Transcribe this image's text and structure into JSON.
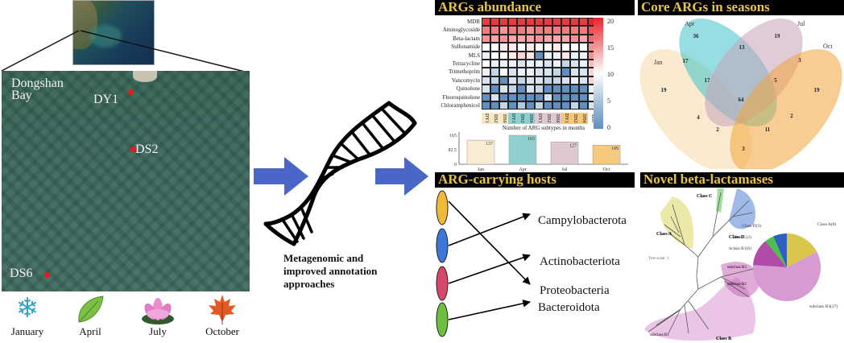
{
  "map": {
    "place_label": "Dongshan Bay",
    "place_label_line1": "Dongshan",
    "place_label_line2": "Bay",
    "sites": [
      {
        "name": "DY1"
      },
      {
        "name": "DS2"
      },
      {
        "name": "DS6"
      }
    ],
    "site_color": "#e81a1a"
  },
  "seasons": [
    {
      "label": "January",
      "icon": "snowflake-icon",
      "glyph": "❄",
      "color": "#3a9fc6"
    },
    {
      "label": "April",
      "icon": "leaf-icon",
      "glyph": "🍃",
      "color": "#6fb23a"
    },
    {
      "label": "July",
      "icon": "lotus-icon",
      "glyph": "❀",
      "color": "#e06fb8"
    },
    {
      "label": "October",
      "icon": "maple-leaf-icon",
      "glyph": "🍁",
      "color": "#e0602a"
    }
  ],
  "method": {
    "line1": "Metagenomic  and",
    "line2": "improved annotation",
    "line3": "approaches",
    "arrow_color": "#4a67c8"
  },
  "panels": {
    "abundance_title": "ARGs abundance",
    "venn_title": "Core ARGs in seasons",
    "hosts_title": "ARG-carrying hosts",
    "betalactamase_title": "Novel beta-lactamases",
    "header_text_color": "#e8c34a"
  },
  "chart_data": [
    {
      "type": "heatmap",
      "title": "ARGs abundance",
      "xlabel": "Number of ARG subtypes in months",
      "rows": [
        "MDR",
        "Aminoglycoside",
        "Beta-lactam",
        "Sulfonamide",
        "MLS",
        "Tetracycline",
        "Trimethoprim",
        "Vancomycin",
        "Quinolone",
        "Fluoroquinolone",
        "Chloramphenicol"
      ],
      "columns": [
        "DY1",
        "DS2",
        "DS6",
        "DY1",
        "DS2",
        "DS6",
        "DY1",
        "DS2",
        "DS6",
        "DY1",
        "DS2",
        "DS6",
        "sum"
      ],
      "column_groups": [
        {
          "month": "Jan",
          "color": "#f5e6c4"
        },
        {
          "month": "Apr",
          "color": "#8fd0cf"
        },
        {
          "month": "Jul",
          "color": "#ddc9cf"
        },
        {
          "month": "Oct",
          "color": "#f2c77a"
        },
        {
          "month": "sum",
          "color": "#ffffff"
        }
      ],
      "values": [
        [
          19,
          19,
          19,
          19,
          19,
          19,
          19,
          19,
          19,
          19,
          19,
          19,
          20
        ],
        [
          16,
          16,
          15,
          16,
          16,
          15,
          16,
          16,
          16,
          16,
          16,
          16,
          18
        ],
        [
          15,
          14,
          15,
          14,
          14,
          14,
          15,
          14,
          14,
          14,
          15,
          14,
          17
        ],
        [
          10,
          10,
          11,
          11,
          10,
          11,
          10,
          10,
          11,
          10,
          10,
          10,
          15
        ],
        [
          9,
          10,
          10,
          11,
          12,
          11,
          2,
          9,
          9,
          11,
          9,
          9,
          15
        ],
        [
          10,
          9,
          9,
          9,
          8,
          9,
          9,
          8,
          9,
          7,
          8,
          9,
          13
        ],
        [
          9,
          7,
          10,
          8,
          9,
          9,
          8,
          8,
          7,
          2,
          8,
          8,
          12
        ],
        [
          8,
          7,
          2,
          8,
          7,
          8,
          8,
          7,
          7,
          8,
          9,
          8,
          12
        ],
        [
          8,
          2,
          8,
          7,
          2,
          8,
          7,
          2,
          2,
          2,
          2,
          2,
          9
        ],
        [
          2,
          8,
          2,
          2,
          2,
          2,
          2,
          8,
          2,
          2,
          2,
          2,
          9
        ],
        [
          2,
          2,
          7,
          2,
          6,
          2,
          7,
          2,
          2,
          2,
          7,
          2,
          8
        ]
      ],
      "colorbar": {
        "min": 0,
        "max": 20,
        "ticks": [
          0,
          5,
          10,
          15,
          20
        ],
        "low_color": "#3a74b0",
        "mid_color": "#ffffff",
        "high_color": "#e8242b"
      }
    },
    {
      "type": "bar",
      "categories": [
        "Jan",
        "Apr",
        "Jul",
        "Oct"
      ],
      "values": [
        137,
        165,
        127,
        109
      ],
      "colors": [
        "#f8ecd2",
        "#8fd0cf",
        "#ddc9cf",
        "#f5c97e"
      ],
      "yticks": [
        0,
        82.5,
        165
      ],
      "ylim": [
        0,
        165
      ],
      "title": "",
      "xlabel": "",
      "ylabel": ""
    },
    {
      "type": "venn",
      "title": "Core ARGs in seasons",
      "sets": [
        {
          "name": "Jan",
          "color": "#f5d9a8"
        },
        {
          "name": "Apr",
          "color": "#3fc3c8"
        },
        {
          "name": "Jul",
          "color": "#c6a3b9"
        },
        {
          "name": "Oct",
          "color": "#f0a43a"
        }
      ],
      "regions": [
        {
          "sets": [
            "Jan"
          ],
          "value": 19
        },
        {
          "sets": [
            "Apr"
          ],
          "value": 36
        },
        {
          "sets": [
            "Jul"
          ],
          "value": 19
        },
        {
          "sets": [
            "Oct"
          ],
          "value": 19
        },
        {
          "sets": [
            "Jan",
            "Apr"
          ],
          "value": 17
        },
        {
          "sets": [
            "Apr",
            "Jul"
          ],
          "value": 13
        },
        {
          "sets": [
            "Jul",
            "Oct"
          ],
          "value": 3
        },
        {
          "sets": [
            "Jan",
            "Apr",
            "Jul"
          ],
          "value": 17
        },
        {
          "sets": [
            "Apr",
            "Jul",
            "Oct"
          ],
          "value": 5
        },
        {
          "sets": [
            "Jan",
            "Apr",
            "Jul",
            "Oct"
          ],
          "value": 64
        },
        {
          "sets": [
            "Jan",
            "Jul"
          ],
          "value": 4
        },
        {
          "sets": [
            "Jan",
            "Jul",
            "Oct"
          ],
          "value": 2
        },
        {
          "sets": [
            "Apr",
            "Oct"
          ],
          "value": 2
        },
        {
          "sets": [
            "Jan",
            "Apr",
            "Oct"
          ],
          "value": 11
        },
        {
          "sets": [
            "Jan",
            "Oct"
          ],
          "value": 3
        }
      ]
    },
    {
      "type": "pie",
      "title": "Novel beta-lactamases",
      "slices": [
        {
          "label": "Class A(8)",
          "value": 8,
          "color": "#d9c64a"
        },
        {
          "label": "subclass B3(27)",
          "value": 27,
          "color": "#d79ad2"
        },
        {
          "label": "subclass B1(6)",
          "value": 6,
          "color": "#b04ca8"
        },
        {
          "label": "Class C(2)",
          "value": 2,
          "color": "#4cbf4c"
        },
        {
          "label": "Class D(3)",
          "value": 3,
          "color": "#2f5fbf"
        }
      ]
    }
  ],
  "hosts": {
    "ellipses": [
      {
        "name": "host-yellow",
        "color": "#f0b93a"
      },
      {
        "name": "host-blue",
        "color": "#3d77d9"
      },
      {
        "name": "host-red",
        "color": "#d8476a"
      },
      {
        "name": "host-green",
        "color": "#6cbf3f"
      }
    ],
    "phyla": [
      "Campylobacterota",
      "Actinobacteriota",
      "Proteobacteria",
      "Bacteroidota"
    ],
    "links": [
      {
        "from": 0,
        "to": 2
      },
      {
        "from": 1,
        "to": 0
      },
      {
        "from": 2,
        "to": 1
      },
      {
        "from": 3,
        "to": 3
      }
    ]
  },
  "tree": {
    "clade_labels": [
      "Class A",
      "Class C",
      "Class D",
      "Class B",
      "subclass B1",
      "subclass B2",
      "subclass B3",
      "Tree scale: 1"
    ],
    "clade_colors": {
      "Class A": "#e6e08a",
      "Class C": "#8fd88f",
      "Class D": "#7fa3de",
      "Class B": "#c766b8"
    }
  }
}
